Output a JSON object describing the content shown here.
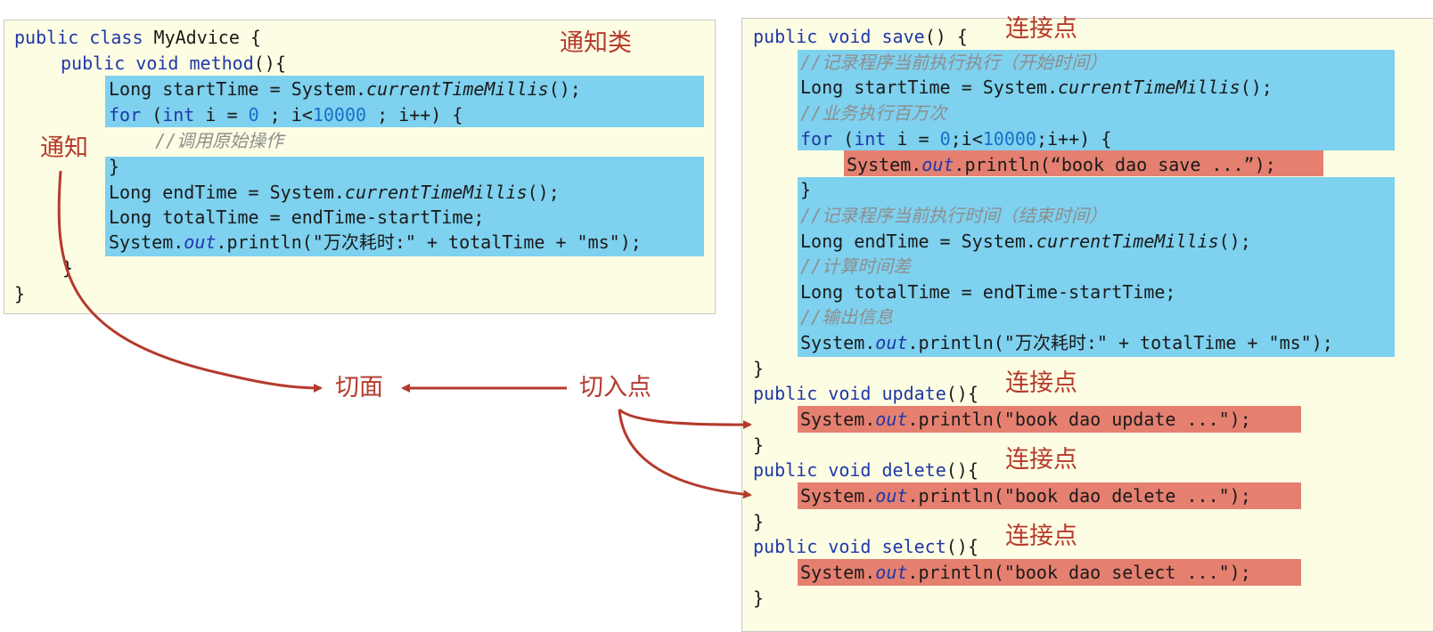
{
  "left_panel": {
    "lines": [
      "public class MyAdvice {",
      "    public void method(){",
      "Long startTime = System.currentTimeMillis();",
      "for (int i = 0 ; i<10000 ; i++) {",
      "//调用原始操作",
      "}",
      "Long endTime = System.currentTimeMillis();",
      "Long totalTime = endTime-startTime;",
      "System.out.println(\"万次耗时:\" + totalTime + \"ms\");",
      "}",
      "}"
    ],
    "label_class": "通知类"
  },
  "right_panel": {
    "lines": [
      "public void save() {",
      "//记录程序当前执行执行（开始时间）",
      "Long startTime = System.currentTimeMillis();",
      "//业务执行百万次",
      "for (int i = 0;i<10000;i++) {",
      "System.out.println(“book dao save ...”);",
      "}",
      "//记录程序当前执行时间（结束时间）",
      "Long endTime = System.currentTimeMillis();",
      "//计算时间差",
      "Long totalTime = endTime-startTime;",
      "//输出信息",
      "System.out.println(\"万次耗时:\" + totalTime + \"ms\");",
      "}",
      "public void update(){",
      "System.out.println(\"book dao update ...\");",
      "}",
      "public void delete(){",
      "System.out.println(\"book dao delete ...\");",
      "}",
      "public void select(){",
      "System.out.println(\"book dao select ...\");",
      "}"
    ],
    "joinpoint_label": "连接点"
  },
  "labels": {
    "advice": "通知",
    "aspect": "切面",
    "pointcut": "切入点"
  },
  "colors": {
    "highlight_blue": "#7ed1ef",
    "highlight_red": "#e58070",
    "annotation_red": "#b53a2c",
    "panel_bg": "#fdfde3"
  }
}
